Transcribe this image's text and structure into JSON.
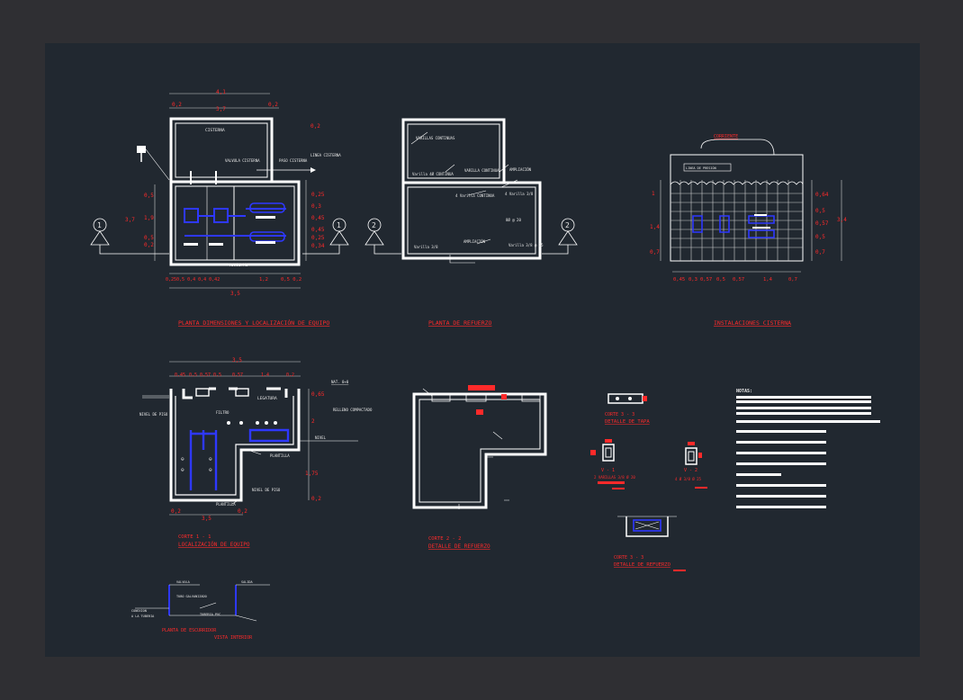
{
  "colors": {
    "background": "#2f2f33",
    "sheet": "#212830",
    "lines": "#ffffff",
    "titles": "#ff2a2a",
    "piping": "#2e38ff"
  },
  "plan1": {
    "title": "PLANTA DIMENSIONES Y LOCALIZACIÓN DE EQUIPO",
    "dims_top": [
      "4,1",
      "0,2",
      "3,7",
      "0,2"
    ],
    "dims_bottom": [
      "0,250,5 0,4 0,4 0,42",
      "1,2",
      "0,5 0,2",
      "3,5"
    ],
    "dims_left": [
      "0,5",
      "1,9",
      "0,5",
      "0,2"
    ],
    "dims_right": [
      "0,2",
      "0,25",
      "0,3",
      "0,45",
      "0,45",
      "0,25",
      "0,34"
    ],
    "section_marks": [
      "1",
      "1"
    ],
    "labels": [
      "CISTERNA",
      "VALVULA CISTERNA",
      "PASO CISTERNA",
      "LINEA CISTERNA",
      "VIGUETAS"
    ]
  },
  "plan2": {
    "title": "PLANTA DE REFUERZO",
    "section_marks": [
      "2",
      "2"
    ],
    "labels": [
      "VARILLAS CONTINUAS",
      "Varilla 4Ø CONTINUA",
      "VARILLA CONTINUA",
      "AMPLIACIÓN",
      "4 Varilla CONTINUA",
      "4 Varilla 3/8",
      "Varilla 3/8",
      "Varilla 3/8 @ 25",
      "8Ø @ 20",
      "AMPLIACIÓN"
    ]
  },
  "plan3": {
    "title": "INSTALACIONES CISTERNA",
    "label_top": "CORRIENTE",
    "label_pipe": "LINEA DE PRESIÓN",
    "dims_bottom": [
      "0,45",
      "0,3",
      "0,57",
      "0,5",
      "0,57",
      "1,4",
      "0,7"
    ],
    "dims_left": [
      "1",
      "1,4",
      "0,7"
    ],
    "dims_right": [
      "0,64",
      "0,5",
      "0,57",
      "0,5",
      "0,7",
      "3,4"
    ]
  },
  "section1": {
    "title": "CORTE 1 - 1",
    "subtitle": "LOCALIZACIÓN DE EQUIPO",
    "dims_top": [
      "3,5",
      "0,45",
      "0,5",
      "0,57",
      "0,5",
      "0,57",
      "1,4",
      "0,2"
    ],
    "dims_right": [
      "0,65",
      "2",
      "1,75",
      "0,2"
    ],
    "dims_bottom": [
      "0,2",
      "3,5",
      "0,2"
    ],
    "labels": [
      "NIVEL DE PISO",
      "RELLENO COMPACTADO",
      "LEGATURA",
      "FILTRO",
      "PLANTILLA",
      "PLANTILLA",
      "NIVEL DE PISO",
      "NIVEL"
    ]
  },
  "section2": {
    "title": "CORTE 2 - 2",
    "subtitle": "DETALLE DE REFUERZO"
  },
  "details": {
    "d1_title": "CORTE 3 - 3",
    "d1_sub": "DETALLE DE TAPA",
    "d2_title": "V - 1",
    "d2_sub": "2 VARILLAS 3/8 Ø 20",
    "d3_title": "V - 2",
    "d3_sub": "4 Ø 3/8 Ø 25",
    "d4_title": "CORTE 3 - 3",
    "d4_sub": "DETALLE DE REFUERZO"
  },
  "notes": {
    "heading": "NOTAS:"
  },
  "bottom": {
    "t1": "PLANTA DE ESCURRIDOR",
    "t2": "VISTA INTERIOR"
  }
}
